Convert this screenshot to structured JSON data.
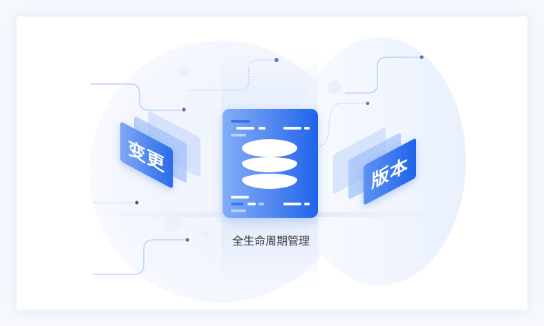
{
  "illustration": {
    "center_icon": "database-document-icon",
    "caption": "全生命周期管理",
    "left_tag": {
      "label": "变更",
      "icon": "change-card-icon"
    },
    "right_tag": {
      "label": "版本",
      "icon": "version-card-icon"
    }
  },
  "colors": {
    "primary_blue": "#1e64ea",
    "light_blue": "#82aef7",
    "node_dot": "#5a72b0",
    "line_blue": "#a9c8f5",
    "background": "#f7f9fd"
  }
}
